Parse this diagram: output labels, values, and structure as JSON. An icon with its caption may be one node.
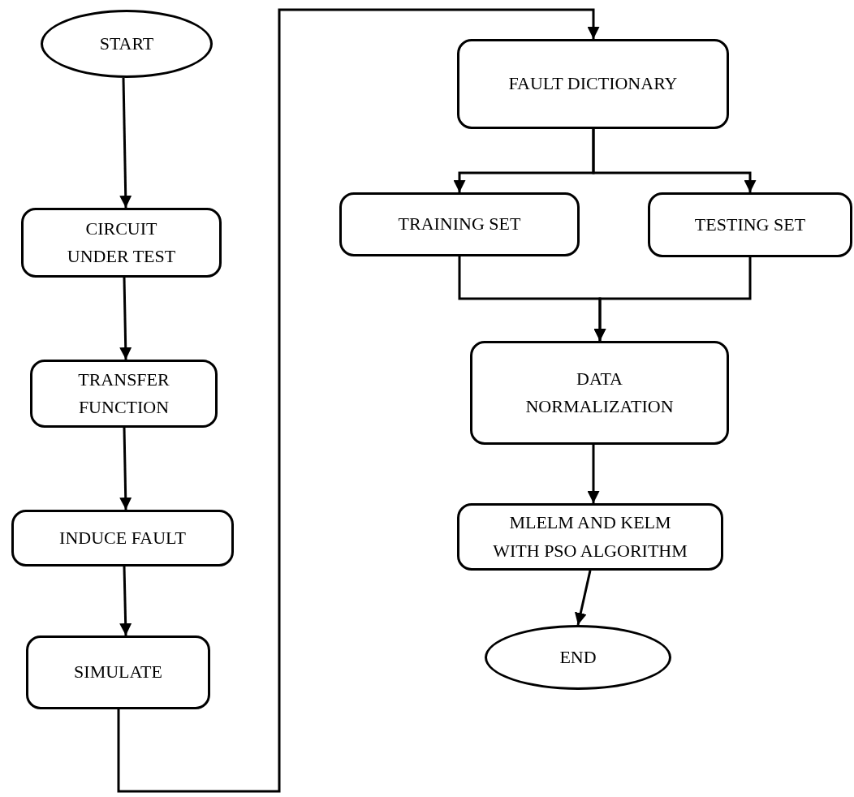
{
  "diagram": {
    "nodes": [
      {
        "text": [
          "START"
        ]
      },
      {
        "text": [
          "CIRCUIT UNDER TEST"
        ]
      },
      {
        "text": [
          "TRANSFER FUNCTION"
        ]
      },
      {
        "text": [
          "INDUCE FAULT"
        ]
      },
      {
        "text": [
          "SIMULATE"
        ]
      },
      {
        "text": [
          "FAULT DICTIONARY"
        ]
      },
      {
        "text": [
          "TRAINING SET"
        ]
      },
      {
        "text": [
          "TESTING SET"
        ]
      },
      {
        "text": [
          "DATA NORMALIZATION"
        ]
      },
      {
        "text": [
          "MLELM AND KELM WITH PSO ALGORITHM"
        ]
      },
      {
        "text": [
          "END"
        ]
      }
    ],
    "edges": [
      {
        "from": 0,
        "to": 1,
        "arrow": "to"
      },
      {
        "from": 1,
        "to": 2,
        "arrow": "to"
      },
      {
        "from": 2,
        "to": 3,
        "arrow": "to"
      },
      {
        "from": 3,
        "to": 4,
        "arrow": "to"
      },
      {
        "from": 4,
        "to": 5,
        "arrow": "to"
      },
      {
        "from": 5,
        "to": 6,
        "arrow": "to"
      },
      {
        "from": 5,
        "to": 7,
        "arrow": "to"
      },
      {
        "from": 6,
        "to": 8,
        "arrow": "to"
      },
      {
        "from": 7,
        "to": 8,
        "arrow": "to"
      },
      {
        "from": 8,
        "to": 9,
        "arrow": "to"
      },
      {
        "from": 9,
        "to": 10,
        "arrow": "to"
      }
    ]
  }
}
